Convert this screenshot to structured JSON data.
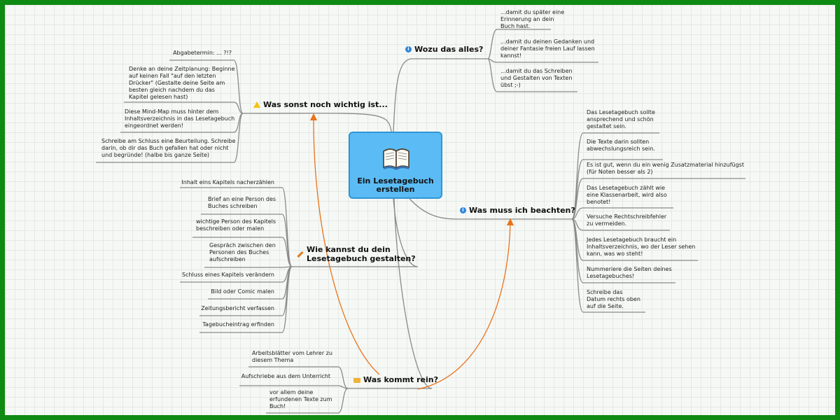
{
  "central": {
    "title": "Ein Lesetagebuch erstellen",
    "icon": "open-book-icon"
  },
  "branches": {
    "wozu": {
      "title": "Wozu das alles?",
      "icon": "info-icon",
      "items": [
        "...damit du später eine\nErinnerung an dein\nBuch hast.",
        "...damit du deinen Gedanken und\ndeiner Fantasie freien Lauf lassen\nkannst!",
        "...damit du das Schreiben\nund Gestalten von Texten\nübst ;-)"
      ]
    },
    "beachten": {
      "title": "Was muss ich beachten?",
      "icon": "info-icon",
      "items": [
        "Das Lesetagebuch sollte\nansprechend und schön\ngestaltet sein.",
        "Die Texte darin sollten\nabwechslungsreich sein.",
        "Es ist gut, wenn du ein wenig Zusatzmaterial hinzufügst\n(für Noten besser als 2)",
        "Das Lesetagebuch zählt wie\neine Klassenarbeit, wird also\nbenotet!",
        "Versuche Rechtschreibfehler\nzu vermeiden.",
        "Jedes Lesetagebuch braucht ein\nInhaltsverzeichnis, wo der Leser sehen\nkann, was wo steht!",
        "Nummeriere die Seiten deines\nLesetagebuches!",
        "Schreibe das\nDatum rechts oben\nauf die Seite."
      ]
    },
    "sonst": {
      "title": "Was sonst noch wichtig ist...",
      "icon": "warning-icon",
      "items": [
        "Abgabetermin: ... ?!?",
        "Denke an deine Zeitplanung: Beginne\nauf keinen Fall \"auf den letzten\nDrücker\" (Gestalte deine Seite am\nbesten gleich nachdem du das\nKapitel gelesen hast)",
        "Diese Mind-Map muss hinter dem\nInhaltsverzeichnis in das Lesetagebuch\neingeordnet werden!",
        "Schreibe am Schluss eine Beurteilung. Schreibe\ndarin, ob dir das Buch gefallen hat oder nicht\nund begründe! (halbe bis ganze Seite)"
      ]
    },
    "gestalten": {
      "title": "Wie kannst du dein\nLesetagebuch gestalten?",
      "icon": "pencil-icon",
      "items": [
        "Inhalt eins Kapitels nacherzählen",
        "Brief an eine Person des\nBuches schreiben",
        "wichtige Person des Kapitels\nbeschreiben oder malen",
        "Gespräch zwischen den\nPersonen des Buches\naufschreiben",
        "Schluss eines Kapitels verändern",
        "Bild oder Comic malen",
        "Zeitungsbericht verfassen",
        "Tagebucheintrag erfinden"
      ]
    },
    "rein": {
      "title": "Was kommt rein?",
      "icon": "folder-icon",
      "items": [
        "Arbeitsblätter vom Lehrer zu\ndiesem Thema",
        "Aufschriebe aus dem Unterricht",
        "vor allem deine\nerfundenen Texte zum\nBuch!"
      ]
    }
  },
  "colors": {
    "background_border": "#0f8a12",
    "central_fill": "#5bbcf5",
    "connector": "#888888",
    "relation_arrow": "#e8731c"
  }
}
